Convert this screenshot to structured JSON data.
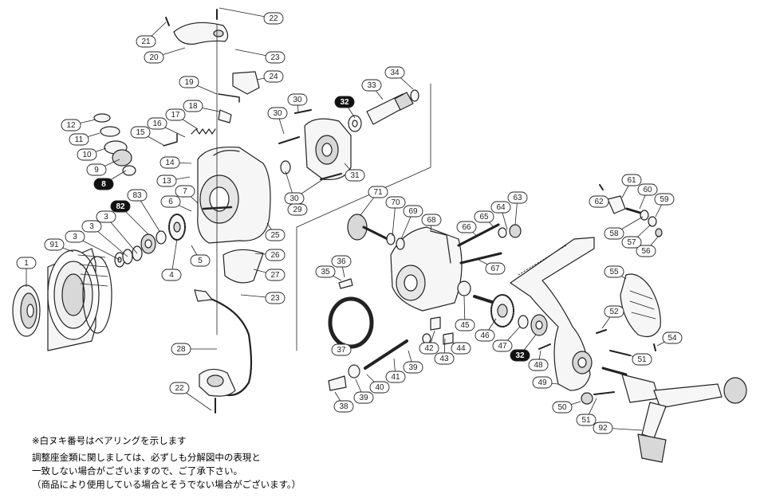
{
  "colors": {
    "stroke": "#222222",
    "callout_fill": "#ffffff",
    "callout_dark_fill": "#111111",
    "callout_dark_text": "#ffffff",
    "part_fill": "#f6f6f6",
    "part_shade": "#d8d8d8"
  },
  "diagram": {
    "callouts": [
      {
        "id": "1",
        "label": "1",
        "bearing": false
      },
      {
        "id": "3a",
        "label": "3",
        "bearing": false
      },
      {
        "id": "3b",
        "label": "3",
        "bearing": false
      },
      {
        "id": "3c",
        "label": "3",
        "bearing": false
      },
      {
        "id": "4",
        "label": "4",
        "bearing": false
      },
      {
        "id": "5",
        "label": "5",
        "bearing": false
      },
      {
        "id": "6",
        "label": "6",
        "bearing": false
      },
      {
        "id": "7",
        "label": "7",
        "bearing": false
      },
      {
        "id": "8",
        "label": "8",
        "bearing": true
      },
      {
        "id": "9",
        "label": "9",
        "bearing": false
      },
      {
        "id": "10",
        "label": "10",
        "bearing": false
      },
      {
        "id": "11",
        "label": "11",
        "bearing": false
      },
      {
        "id": "12",
        "label": "12",
        "bearing": false
      },
      {
        "id": "13",
        "label": "13",
        "bearing": false
      },
      {
        "id": "14",
        "label": "14",
        "bearing": false
      },
      {
        "id": "15",
        "label": "15",
        "bearing": false
      },
      {
        "id": "16",
        "label": "16",
        "bearing": false
      },
      {
        "id": "17",
        "label": "17",
        "bearing": false
      },
      {
        "id": "18",
        "label": "18",
        "bearing": false
      },
      {
        "id": "19",
        "label": "19",
        "bearing": false
      },
      {
        "id": "20",
        "label": "20",
        "bearing": false
      },
      {
        "id": "21",
        "label": "21",
        "bearing": false
      },
      {
        "id": "22a",
        "label": "22",
        "bearing": false
      },
      {
        "id": "22b",
        "label": "22",
        "bearing": false
      },
      {
        "id": "23a",
        "label": "23",
        "bearing": false
      },
      {
        "id": "23b",
        "label": "23",
        "bearing": false
      },
      {
        "id": "24",
        "label": "24",
        "bearing": false
      },
      {
        "id": "25",
        "label": "25",
        "bearing": false
      },
      {
        "id": "26",
        "label": "26",
        "bearing": false
      },
      {
        "id": "27",
        "label": "27",
        "bearing": false
      },
      {
        "id": "28",
        "label": "28",
        "bearing": false
      },
      {
        "id": "29",
        "label": "29",
        "bearing": false
      },
      {
        "id": "30a",
        "label": "30",
        "bearing": false
      },
      {
        "id": "30b",
        "label": "30",
        "bearing": false
      },
      {
        "id": "30c",
        "label": "30",
        "bearing": false
      },
      {
        "id": "31",
        "label": "31",
        "bearing": false
      },
      {
        "id": "32a",
        "label": "32",
        "bearing": true
      },
      {
        "id": "32b",
        "label": "32",
        "bearing": true
      },
      {
        "id": "33",
        "label": "33",
        "bearing": false
      },
      {
        "id": "34",
        "label": "34",
        "bearing": false
      },
      {
        "id": "35",
        "label": "35",
        "bearing": false
      },
      {
        "id": "36",
        "label": "36",
        "bearing": false
      },
      {
        "id": "37",
        "label": "37",
        "bearing": false
      },
      {
        "id": "38",
        "label": "38",
        "bearing": false
      },
      {
        "id": "39a",
        "label": "39",
        "bearing": false
      },
      {
        "id": "39b",
        "label": "39",
        "bearing": false
      },
      {
        "id": "40",
        "label": "40",
        "bearing": false
      },
      {
        "id": "41",
        "label": "41",
        "bearing": false
      },
      {
        "id": "42",
        "label": "42",
        "bearing": false
      },
      {
        "id": "43",
        "label": "43",
        "bearing": false
      },
      {
        "id": "44",
        "label": "44",
        "bearing": false
      },
      {
        "id": "45",
        "label": "45",
        "bearing": false
      },
      {
        "id": "46",
        "label": "46",
        "bearing": false
      },
      {
        "id": "47",
        "label": "47",
        "bearing": false
      },
      {
        "id": "48",
        "label": "48",
        "bearing": false
      },
      {
        "id": "49",
        "label": "49",
        "bearing": false
      },
      {
        "id": "50",
        "label": "50",
        "bearing": false
      },
      {
        "id": "51a",
        "label": "51",
        "bearing": false
      },
      {
        "id": "51b",
        "label": "51",
        "bearing": false
      },
      {
        "id": "52",
        "label": "52",
        "bearing": false
      },
      {
        "id": "54",
        "label": "54",
        "bearing": false
      },
      {
        "id": "55",
        "label": "55",
        "bearing": false
      },
      {
        "id": "56",
        "label": "56",
        "bearing": false
      },
      {
        "id": "57",
        "label": "57",
        "bearing": false
      },
      {
        "id": "58",
        "label": "58",
        "bearing": false
      },
      {
        "id": "59",
        "label": "59",
        "bearing": false
      },
      {
        "id": "60",
        "label": "60",
        "bearing": false
      },
      {
        "id": "61",
        "label": "61",
        "bearing": false
      },
      {
        "id": "62",
        "label": "62",
        "bearing": false
      },
      {
        "id": "63",
        "label": "63",
        "bearing": false
      },
      {
        "id": "64",
        "label": "64",
        "bearing": false
      },
      {
        "id": "65",
        "label": "65",
        "bearing": false
      },
      {
        "id": "66",
        "label": "66",
        "bearing": false
      },
      {
        "id": "67",
        "label": "67",
        "bearing": false
      },
      {
        "id": "68",
        "label": "68",
        "bearing": false
      },
      {
        "id": "69",
        "label": "69",
        "bearing": false
      },
      {
        "id": "70",
        "label": "70",
        "bearing": false
      },
      {
        "id": "71",
        "label": "71",
        "bearing": false
      },
      {
        "id": "82",
        "label": "82",
        "bearing": true
      },
      {
        "id": "83",
        "label": "83",
        "bearing": false
      },
      {
        "id": "91",
        "label": "91",
        "bearing": false
      },
      {
        "id": "92",
        "label": "92",
        "bearing": false
      }
    ]
  },
  "notes": {
    "legend": "※白ヌキ番号はベアリングを示します",
    "line1": "調整座金類に関しましては、必ずしも分解図中の表現と",
    "line2": "一致しない場合がございますので、ご了承下さい。",
    "line3": "（商品により使用している場合とそうでない場合がございます。）"
  }
}
